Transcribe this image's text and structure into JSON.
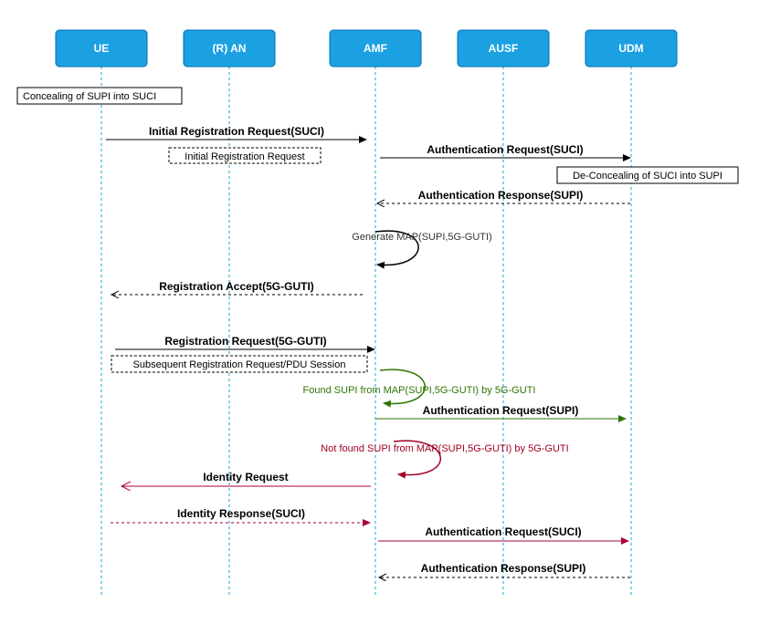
{
  "participants": {
    "ue": "UE",
    "ran": "(R) AN",
    "amf": "AMF",
    "ausf": "AUSF",
    "udm": "UDM"
  },
  "notes": {
    "conceal": "Concealing of SUPI into SUCI",
    "initial_reg": "Initial Registration Request",
    "deconceal": "De-Concealing of SUCI into SUPI",
    "subsequent": "Subsequent Registration Request/PDU Session",
    "generate_map": "Generate MAP(SUPI,5G-GUTI)",
    "found": "Found SUPI from MAP(SUPI,5G-GUTI) by 5G-GUTI",
    "not_found": "Not found SUPI from MAP(SUPI,5G-GUTI) by 5G-GUTI"
  },
  "messages": {
    "m1": "Initial Registration Request(SUCI)",
    "m2": "Authentication Request(SUCI)",
    "m3": "Authentication Response(SUPI)",
    "m4": "Registration Accept(5G-GUTI)",
    "m5": "Registration Request(5G-GUTI)",
    "m6": "Authentication Request(SUPI)",
    "m7": "Identity Request",
    "m8": "Identity Response(SUCI)",
    "m9": "Authentication Request(SUCI)",
    "m10": "Authentication Response(SUPI)"
  },
  "colors": {
    "actor_fill": "#1ba1e2",
    "actor_border": "#006eaf",
    "lifeline": "#1ba1e2",
    "found": "#2d7600",
    "not_found": "#a20025",
    "identity": "#a50040",
    "black": "#000000"
  }
}
